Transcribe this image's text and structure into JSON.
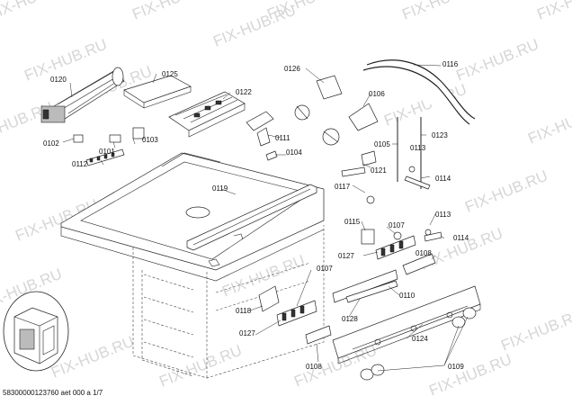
{
  "watermark": "FIX-HUB.RU",
  "footer": "58300000123760 aet 000 a 1/7",
  "parts": [
    "0101",
    "0102",
    "0103",
    "0104",
    "0105",
    "0106",
    "0107",
    "0107",
    "0108",
    "0108",
    "0109",
    "0110",
    "0111",
    "0112",
    "0113",
    "0113",
    "0114",
    "0114",
    "0115",
    "0116",
    "0117",
    "0118",
    "0119",
    "0120",
    "0121",
    "0122",
    "0123",
    "0124",
    "0125",
    "0126",
    "0127",
    "0127",
    "0128"
  ],
  "colors": {
    "line": "#222222",
    "watermark": "#d6d6d6"
  }
}
